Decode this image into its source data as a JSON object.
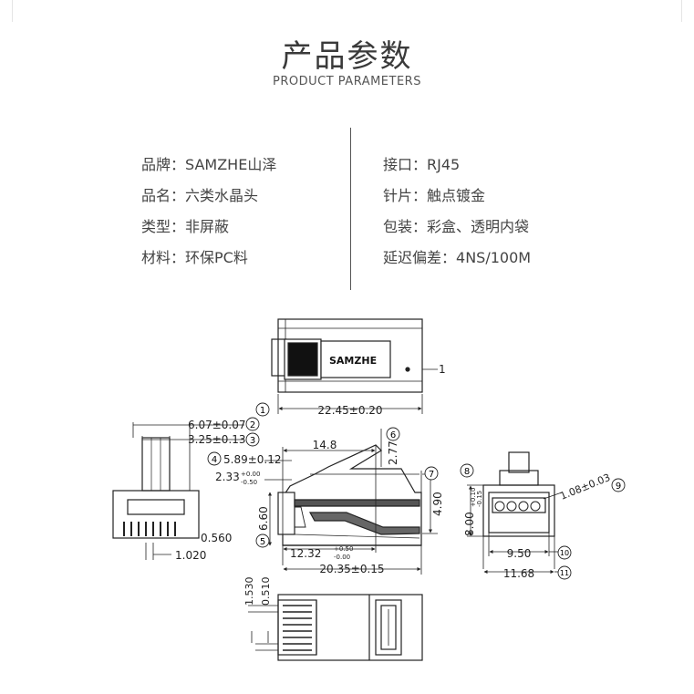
{
  "header": {
    "title": "产品参数",
    "subtitle": "PRODUCT PARAMETERS"
  },
  "specs_left": [
    {
      "label": "品牌：",
      "value": "SAMZHE山泽"
    },
    {
      "label": "品名：",
      "value": "六类水晶头"
    },
    {
      "label": "类型：",
      "value": "非屏蔽"
    },
    {
      "label": "材料：",
      "value": "环保PC料"
    }
  ],
  "specs_right": [
    {
      "label": "接口：",
      "value": "RJ45"
    },
    {
      "label": "针片：",
      "value": "触点镀金"
    },
    {
      "label": "包装：",
      "value": "彩盒、透明内袋"
    },
    {
      "label": "延迟偏差：",
      "value": "4NS/100M"
    }
  ],
  "drawing": {
    "brand_label": "SAMZHE",
    "callout_1": "1",
    "dimensions": {
      "d1": "22.45±0.20",
      "d2": "6.07±0.07",
      "d3": "3.25±0.13",
      "d4": "5.89±0.12",
      "d_top": "14.8",
      "d_277": "2.77",
      "d_233": "2.33",
      "d_233_tol_upper": "+0.00",
      "d_233_tol_lower": "-0.50",
      "d5": "6.60",
      "d_490": "4.90",
      "d_1232": "12.32",
      "d_1232_tol_upper": "+0.50",
      "d_1232_tol_lower": "-0.00",
      "d_2035": "20.35±0.15",
      "d_0560": "0.560",
      "d_1020": "1.020",
      "d8": "8.00",
      "d8_tol_upper": "+0.10",
      "d8_tol_lower": "-0.15",
      "d9": "1.08±0.03",
      "d10": "9.50",
      "d11": "11.68",
      "d_1530": "1.530",
      "d_0510": "0.510"
    },
    "circle_numbers": [
      "1",
      "2",
      "3",
      "4",
      "5",
      "6",
      "7",
      "8",
      "9",
      "10",
      "11"
    ]
  }
}
